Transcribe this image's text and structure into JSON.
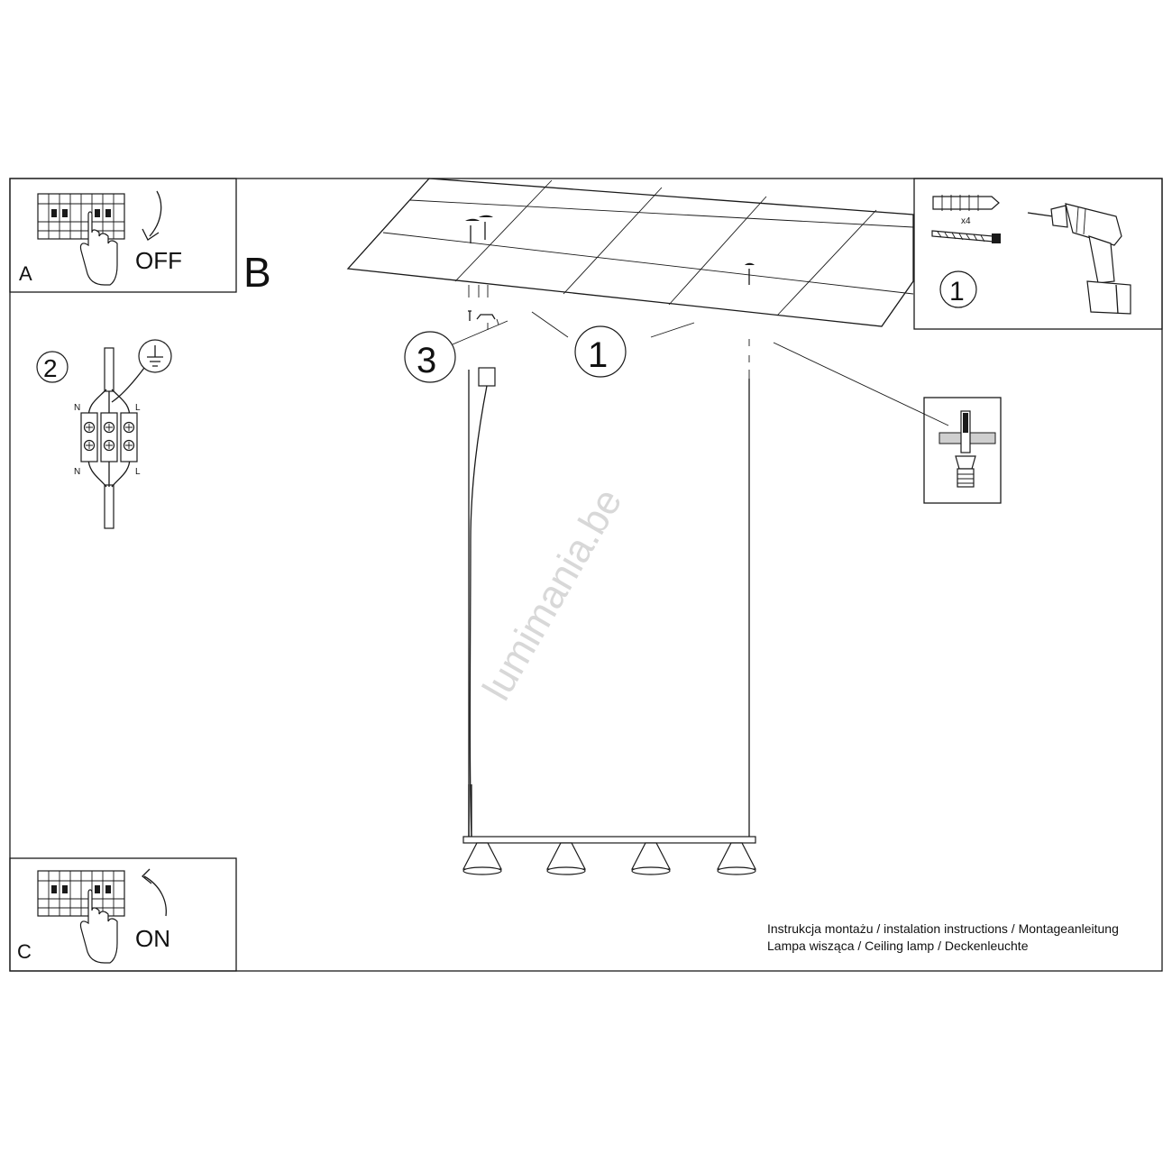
{
  "panels": {
    "a": {
      "letter": "A",
      "action": "OFF"
    },
    "b": {
      "letter": "B"
    },
    "c": {
      "letter": "C",
      "action": "ON"
    }
  },
  "callouts": {
    "wiring_step": "2",
    "mount_step": "1",
    "ceiling_step": "1",
    "canopy_step": "3",
    "tools_step": "1"
  },
  "hardware": {
    "quantity": "x4"
  },
  "wiring": {
    "neutral": "N",
    "live": "L"
  },
  "footer": {
    "line1": "Instrukcja montażu / instalation instructions / Montageanleitung",
    "line2": "Lampa wisząca / Ceiling lamp / Deckenleuchte"
  },
  "watermark": "lumimania.be"
}
